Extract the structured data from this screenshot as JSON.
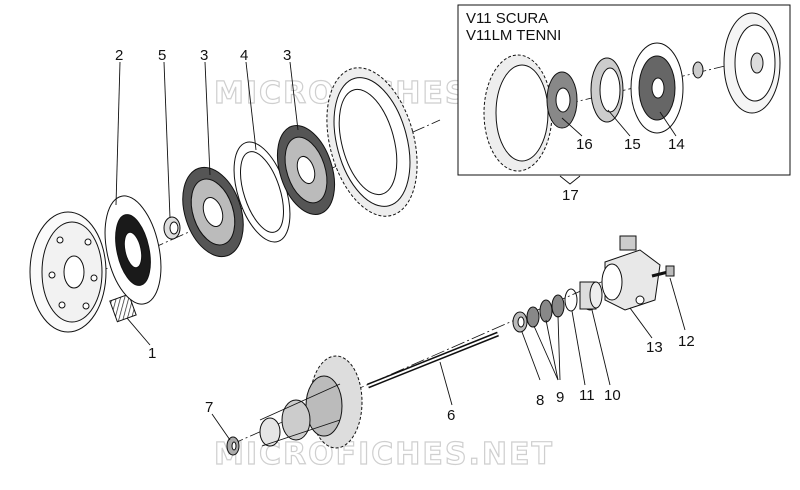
{
  "box_title": [
    "V11 SCURA",
    "V11LM TENNI"
  ],
  "watermark": "MICROFICHES.NET",
  "callouts": {
    "c1": "1",
    "c2": "2",
    "c3a": "3",
    "c3b": "3",
    "c4": "4",
    "c5": "5",
    "c6": "6",
    "c7": "7",
    "c8": "8",
    "c9": "9",
    "c10": "10",
    "c11": "11",
    "c12": "12",
    "c13": "13",
    "c14": "14",
    "c15": "15",
    "c16": "16",
    "c17": "17"
  }
}
